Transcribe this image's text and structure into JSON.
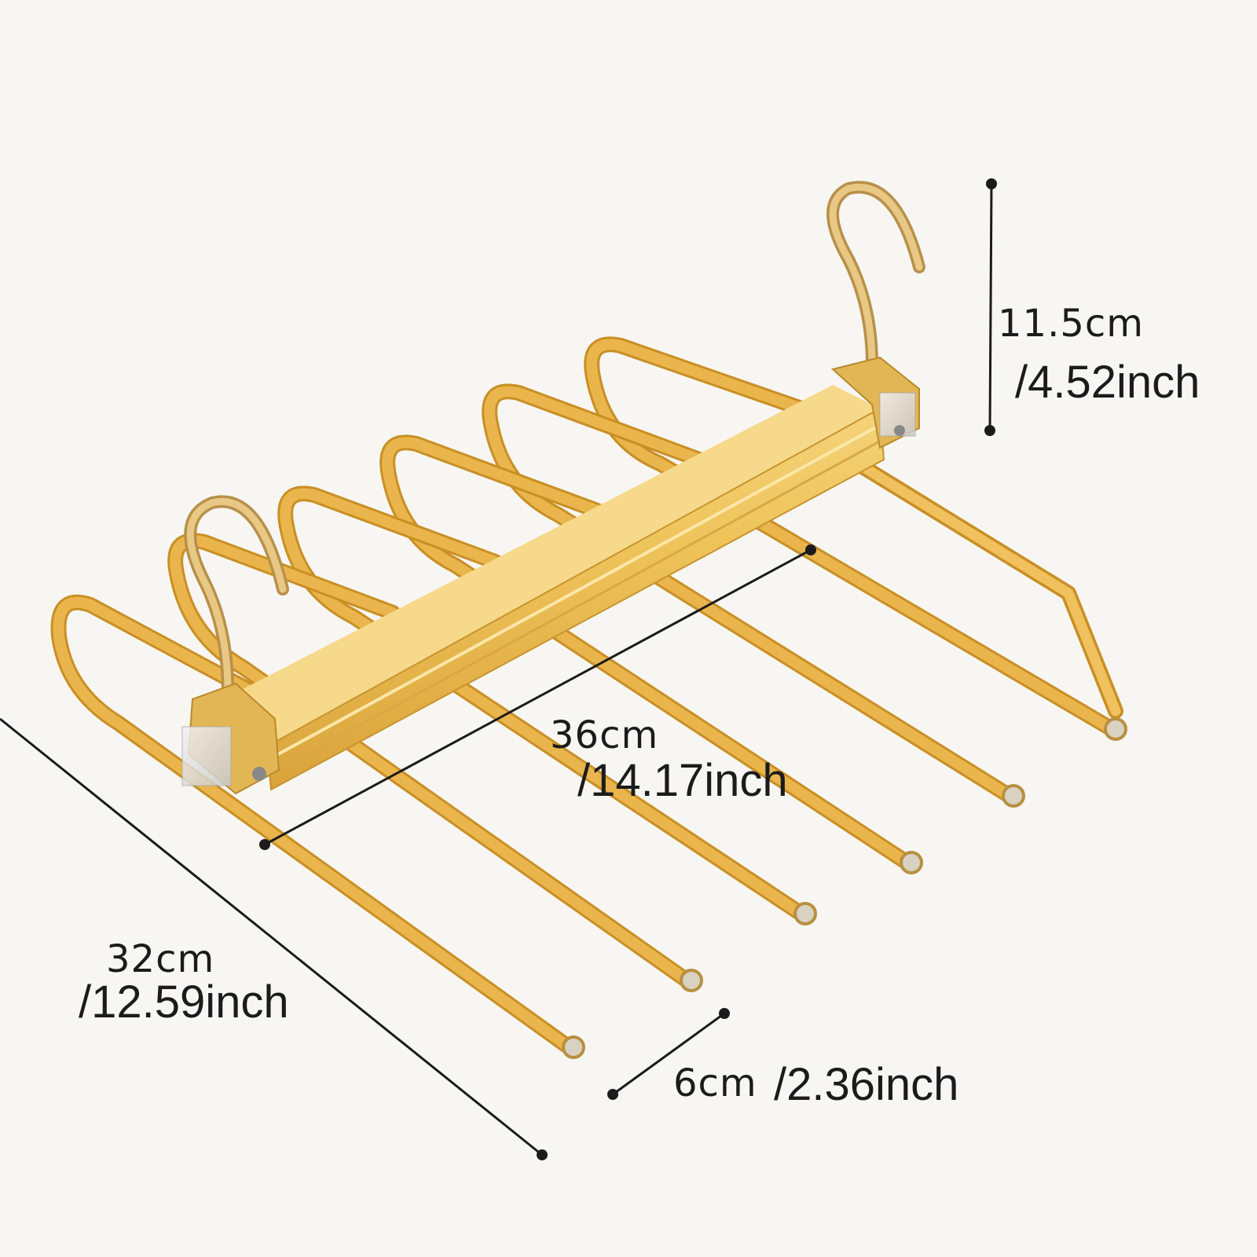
{
  "colors": {
    "background": "#f7f6f3",
    "gold": "#e8b24a",
    "gold_dark": "#c98f24",
    "gold_light": "#f6d27c",
    "bar": "#f0c860",
    "dimension_line": "#1b1b1b"
  },
  "dimensions": {
    "height": {
      "cm": "11.5cm",
      "inch": "/4.52inch"
    },
    "width": {
      "cm": "36cm",
      "inch": "/14.17inch"
    },
    "depth": {
      "cm": "32cm",
      "inch": "/12.59inch"
    },
    "spacing": {
      "cm": "6cm",
      "inch": "/2.36inch"
    }
  }
}
